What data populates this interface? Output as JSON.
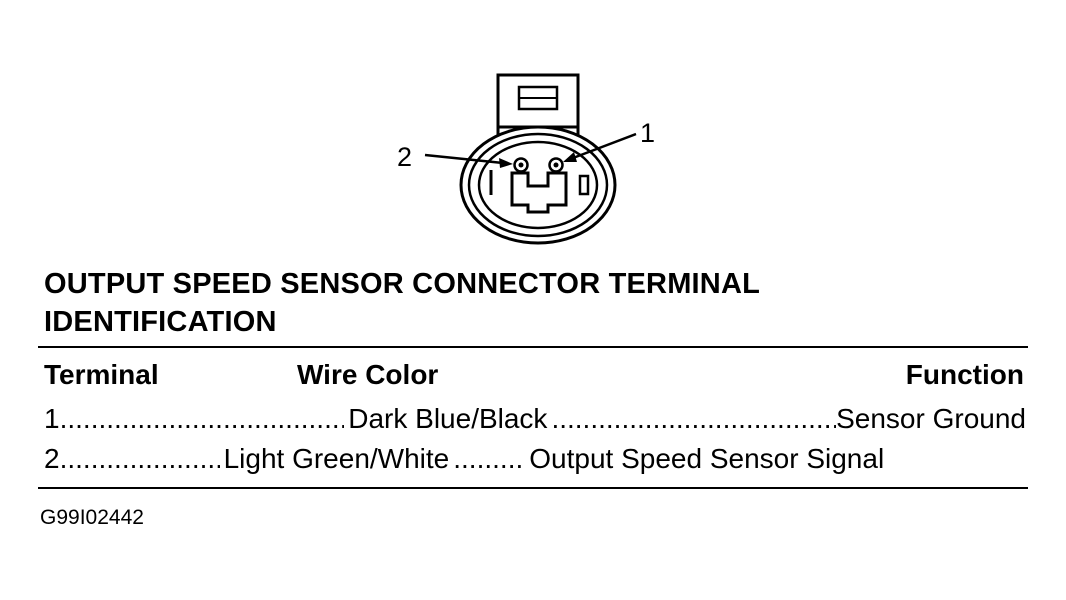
{
  "diagram": {
    "callouts": [
      {
        "id": "terminal-1",
        "text": "1"
      },
      {
        "id": "terminal-2",
        "text": "2"
      }
    ]
  },
  "title": "OUTPUT SPEED SENSOR CONNECTOR TERMINAL IDENTIFICATION",
  "table": {
    "headers": {
      "terminal": "Terminal",
      "wire_color": "Wire Color",
      "function": "Function"
    },
    "rows": [
      {
        "terminal": "1",
        "wire_color": "Dark Blue/Black",
        "function": "Sensor Ground"
      },
      {
        "terminal": "2",
        "wire_color": "Light Green/White",
        "function": "Output Speed Sensor Signal"
      }
    ]
  },
  "figure_id": "G99I02442"
}
